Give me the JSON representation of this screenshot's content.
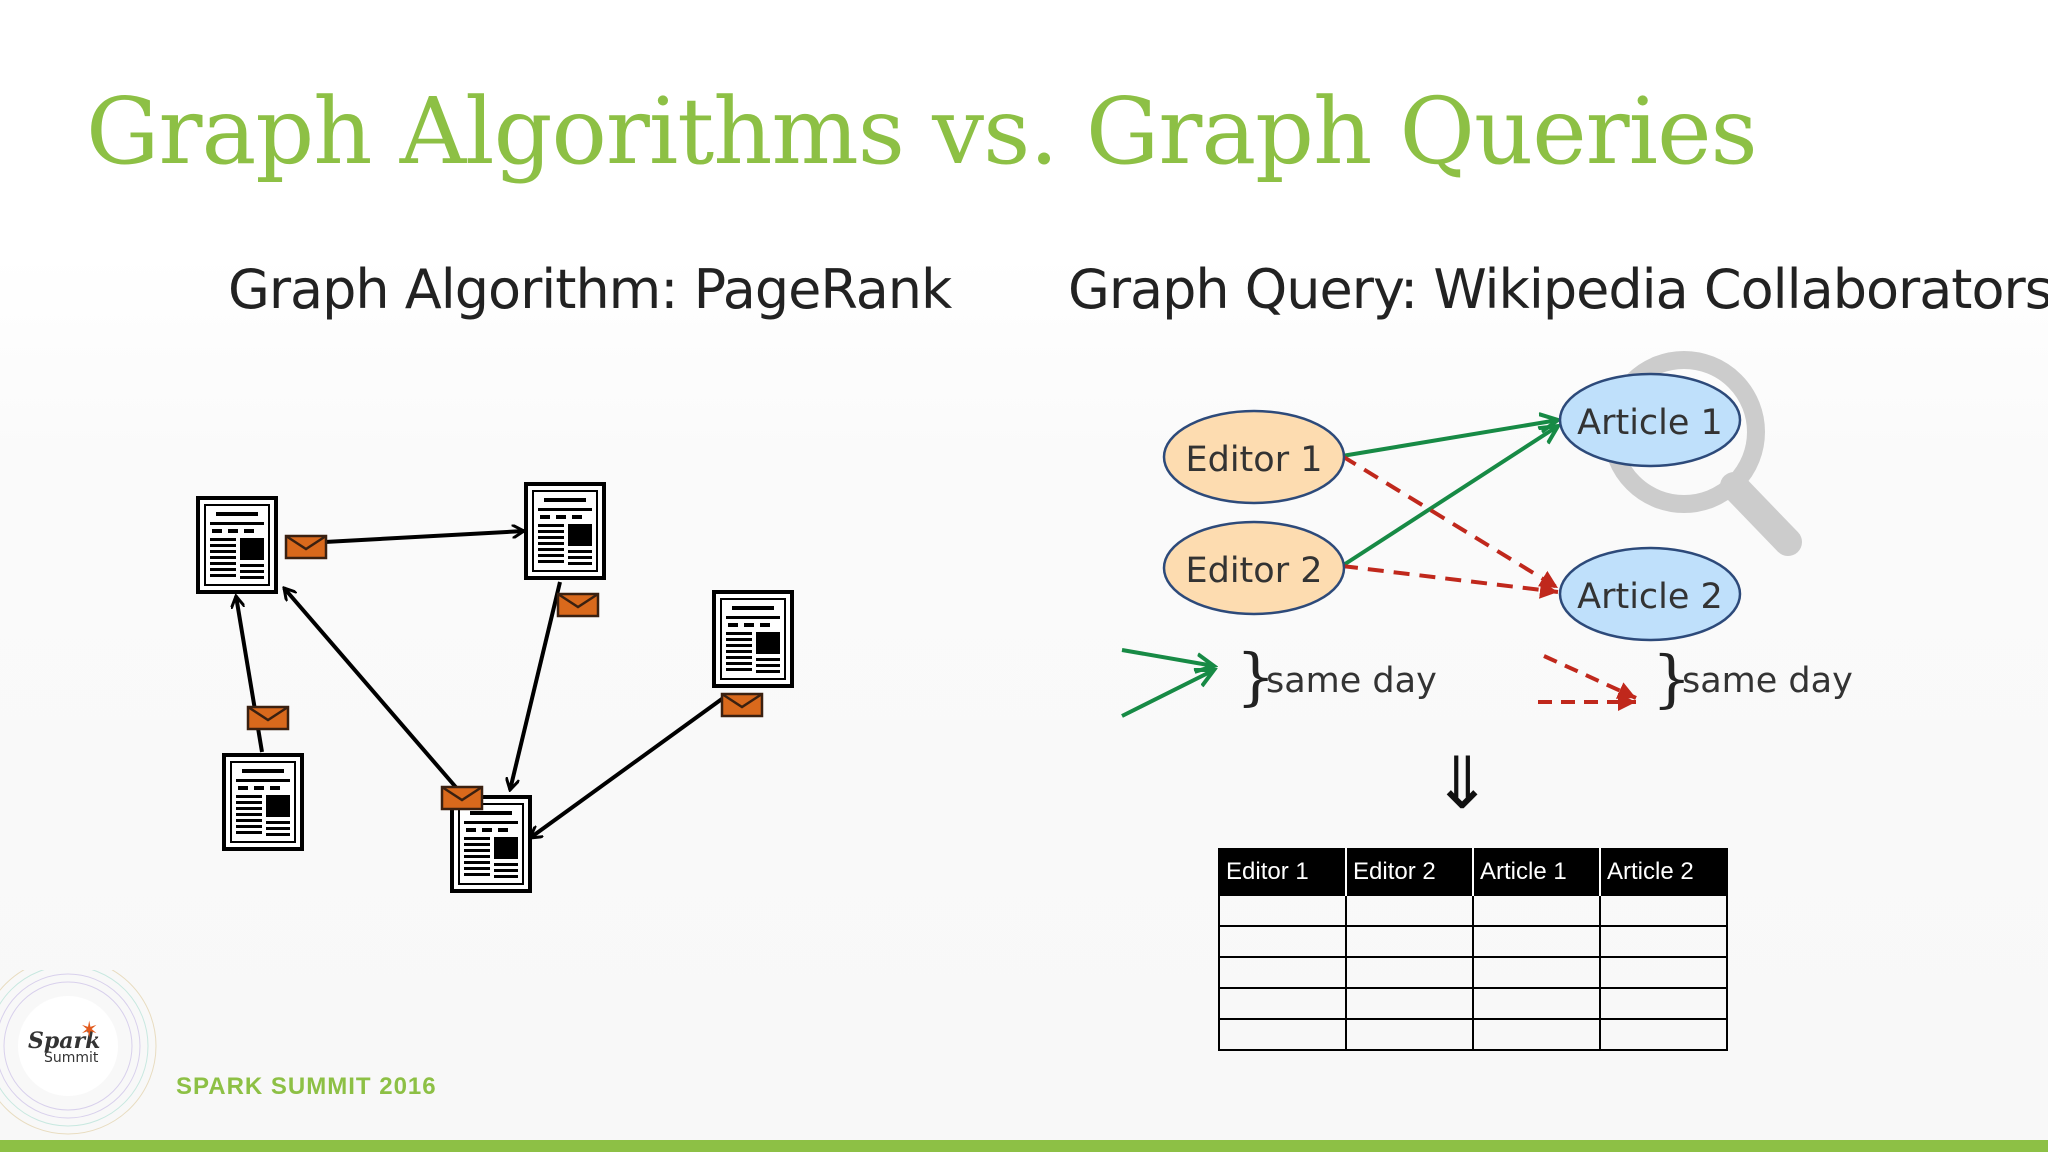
{
  "slide": {
    "title": "Graph Algorithms vs. Graph Queries",
    "left_heading": "Graph Algorithm: PageRank",
    "right_heading": "Graph Query: Wikipedia Collaborators",
    "footer": "SPARK SUMMIT 2016",
    "logo": {
      "word1": "Spark",
      "word2": "Summit"
    }
  },
  "query_graph": {
    "nodes": {
      "editor1": "Editor 1",
      "editor2": "Editor 2",
      "article1": "Article 1",
      "article2": "Article 2"
    },
    "legend": {
      "solid_label": "same day",
      "dashed_label": "same day"
    },
    "down_arrow": "⇓",
    "colors": {
      "solid": "#178a45",
      "dashed": "#c0281c",
      "editor_fill": "#fddcb0",
      "article_fill": "#bfe0fb"
    }
  },
  "result_table": {
    "headers": [
      "Editor 1",
      "Editor 2",
      "Article 1",
      "Article 2"
    ],
    "empty_rows": 5
  },
  "icons": [
    "document-icon",
    "envelope-icon",
    "magnifier-icon"
  ]
}
